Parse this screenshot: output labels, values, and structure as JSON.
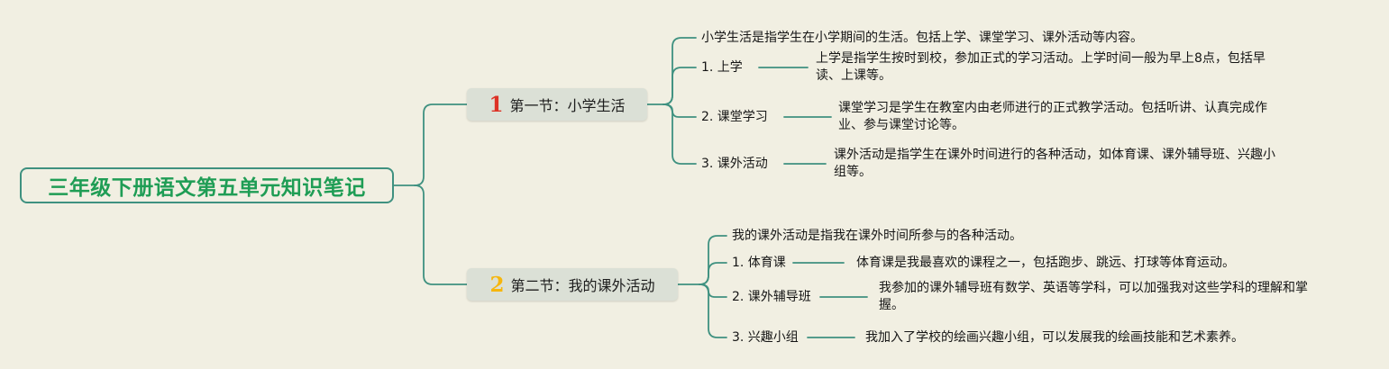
{
  "root": {
    "title": "三年级下册语文第五单元知识笔记"
  },
  "colors": {
    "background": "#f1efe2",
    "line": "#3f9180",
    "root_text": "#1f9d55",
    "root_border": "#3f9180",
    "section_fill": "#dbe0d6",
    "number1": "#dd3226",
    "number2": "#f6b60d"
  },
  "branches": [
    {
      "number": "1",
      "title": "第一节：小学生活",
      "summary": "小学生活是指学生在小学期间的生活。包括上学、课堂学习、课外活动等内容。",
      "items": [
        {
          "label": "1. 上学",
          "desc": "上学是指学生按时到校，参加正式的学习活动。上学时间一般为早上8点，包括早读、上课等。"
        },
        {
          "label": "2. 课堂学习",
          "desc": "课堂学习是学生在教室内由老师进行的正式教学活动。包括听讲、认真完成作业、参与课堂讨论等。"
        },
        {
          "label": "3. 课外活动",
          "desc": "课外活动是指学生在课外时间进行的各种活动，如体育课、课外辅导班、兴趣小组等。"
        }
      ]
    },
    {
      "number": "2",
      "title": "第二节：我的课外活动",
      "summary": "我的课外活动是指我在课外时间所参与的各种活动。",
      "items": [
        {
          "label": "1. 体育课",
          "desc": "体育课是我最喜欢的课程之一，包括跑步、跳远、打球等体育运动。"
        },
        {
          "label": "2. 课外辅导班",
          "desc": "我参加的课外辅导班有数学、英语等学科，可以加强我对这些学科的理解和掌握。"
        },
        {
          "label": "3. 兴趣小组",
          "desc": "我加入了学校的绘画兴趣小组，可以发展我的绘画技能和艺术素养。"
        }
      ]
    }
  ]
}
